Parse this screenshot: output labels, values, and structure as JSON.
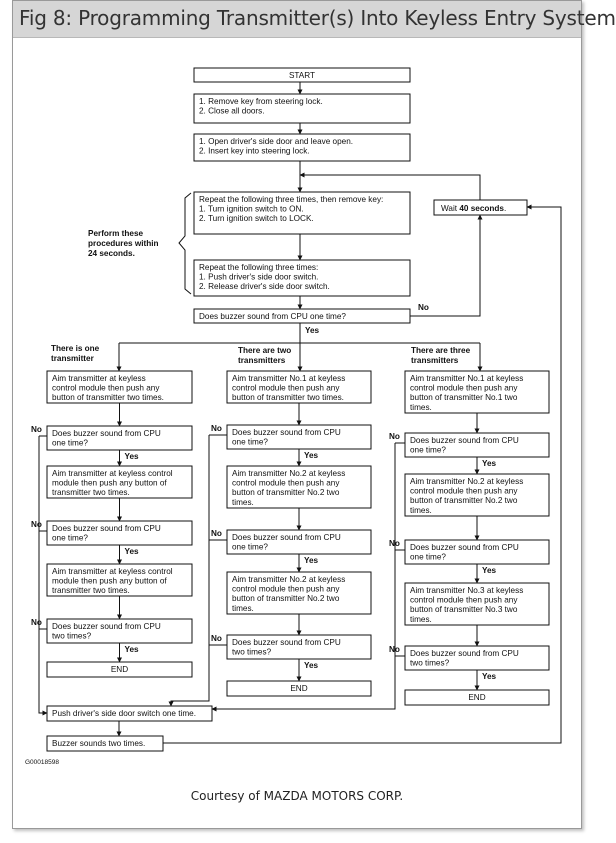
{
  "title": "Fig 8: Programming Transmitter(s) Into Keyless Entry System",
  "courtesy": "Courtesy of MAZDA MOTORS CORP.",
  "figure_code": "G00018598",
  "start": "START",
  "step1": [
    "1.  Remove key from steering lock.",
    "2.  Close all doors."
  ],
  "step2": [
    "1.  Open driver's side door and leave open.",
    "2.  Insert key into steering lock."
  ],
  "step3": [
    "Repeat the following three times, then remove key:",
    "1.  Turn ignition switch to ON.",
    "2.  Turn ignition switch to LOCK."
  ],
  "step4": [
    "Repeat the following three times:",
    "1.  Push driver's side door switch.",
    "2.  Release driver's side door switch."
  ],
  "perform_note": [
    "Perform these",
    "procedures within",
    "24 seconds."
  ],
  "wait": [
    "Wait ",
    "40 seconds",
    "."
  ],
  "buzzer_once": "Does buzzer sound from CPU one time?",
  "no": "No",
  "yes": "Yes",
  "end": "END",
  "branch_one": {
    "header": [
      "There is one",
      "transmitter"
    ],
    "aim1": [
      "Aim transmitter at keyless",
      "control module then push any",
      "button of transmitter two times."
    ],
    "q1": [
      "Does buzzer sound from CPU",
      "one time?"
    ],
    "aim2": [
      "Aim transmitter at keyless control",
      "module then push any button of",
      "transmitter two times."
    ],
    "q2": [
      "Does buzzer sound from CPU",
      "one time?"
    ],
    "aim3": [
      "Aim transmitter at keyless control",
      "module then push any button of",
      "transmitter two times."
    ],
    "q3": [
      "Does buzzer sound from CPU",
      "two times?"
    ]
  },
  "branch_two": {
    "header": [
      "There are two",
      "transmitters"
    ],
    "aim1": [
      "Aim transmitter No.1 at keyless",
      "control module then push any",
      "button of transmitter two times."
    ],
    "q1": [
      "Does buzzer sound from CPU",
      "one time?"
    ],
    "aim2": [
      "Aim transmitter No.2 at keyless",
      "control module then push any",
      "button of transmitter No.2 two",
      "times."
    ],
    "q2": [
      "Does buzzer sound from CPU",
      "one time?"
    ],
    "aim3": [
      "Aim transmitter No.2 at keyless",
      "control module then push any",
      "button of transmitter No.2 two",
      "times."
    ],
    "q3": [
      "Does buzzer sound from CPU",
      "two times?"
    ]
  },
  "branch_three": {
    "header": [
      "There are three",
      "transmitters"
    ],
    "aim1": [
      "Aim transmitter No.1 at keyless",
      "control module then push any",
      "button of transmitter No.1 two",
      "times."
    ],
    "q1": [
      "Does buzzer sound from CPU",
      "one time?"
    ],
    "aim2": [
      "Aim transmitter No.2 at keyless",
      "control module then push any",
      "button of transmitter No.2 two",
      "times."
    ],
    "q2": [
      "Does buzzer sound from CPU",
      "one time?"
    ],
    "aim3": [
      "Aim transmitter No.3 at keyless",
      "control module then push any",
      "button of transmitter No.3 two",
      "times."
    ],
    "q3": [
      "Does buzzer sound from CPU",
      "two times?"
    ]
  },
  "push_switch": "Push driver's side door switch one time.",
  "buzzer_two": "Buzzer sounds two times."
}
